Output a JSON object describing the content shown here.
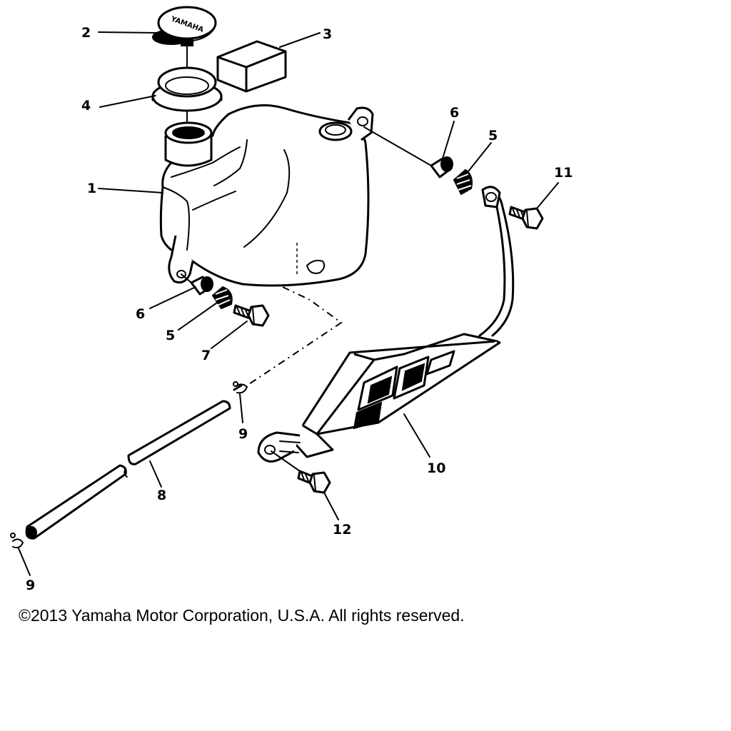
{
  "copyright": "©2013 Yamaha Motor Corporation, U.S.A. All rights reserved.",
  "cap_text": "YAMAHA",
  "callouts": {
    "c1": "1",
    "c2": "2",
    "c3": "3",
    "c4": "4",
    "c5a": "5",
    "c5b": "5",
    "c6a": "6",
    "c6b": "6",
    "c7": "7",
    "c8": "8",
    "c9a": "9",
    "c9b": "9",
    "c10": "10",
    "c11": "11",
    "c12": "12"
  }
}
